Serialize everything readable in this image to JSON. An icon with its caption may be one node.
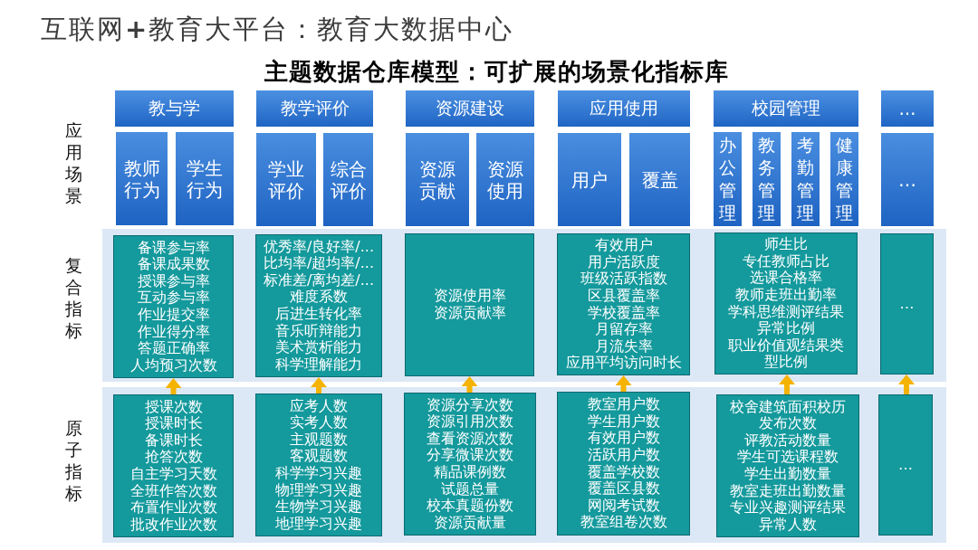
{
  "diagram": {
    "title": "互联网**+**教育大平台：教育大数据中心",
    "nodes": [
      {
        "text": [
          "教与学"
        ]
      },
      {
        "text": [
          "教学评价"
        ]
      },
      {
        "text": [
          "资源建设"
        ]
      },
      {
        "text": [
          "应用使用"
        ]
      },
      {
        "text": [
          "校园管理"
        ]
      },
      {
        "text": [
          "…"
        ]
      },
      {
        "text": [
          "教师行为"
        ]
      },
      {
        "text": [
          "学生行为"
        ]
      },
      {
        "text": [
          "学业评价"
        ]
      },
      {
        "text": [
          "综合评价"
        ]
      },
      {
        "text": [
          "资源贡献"
        ]
      },
      {
        "text": [
          "资源使用"
        ]
      },
      {
        "text": [
          "用户"
        ]
      },
      {
        "text": [
          "覆盖"
        ]
      },
      {
        "text": [
          "办公管理"
        ]
      },
      {
        "text": [
          "教务管理"
        ]
      },
      {
        "text": [
          "考勤管理"
        ]
      },
      {
        "text": [
          "健康管理"
        ]
      },
      {
        "text": [
          "…"
        ]
      },
      {
        "text": [],
        "shape": "band"
      },
      {
        "text": [
          "备课参与率",
          "备课成果数",
          "授课参与率",
          "互动参与率",
          "作业提交率",
          "作业得分率",
          "答题正确率",
          "人均预习次数"
        ],
        "in": 19
      },
      {
        "text": [
          "优秀率/良好率/...",
          "比均率/超均率/...",
          "标准差/离均差/...",
          "难度系数",
          "后进生转化率",
          "音乐听辩能力",
          "美术赏析能力",
          "科学理解能力"
        ],
        "in": 19
      },
      {
        "text": [
          "资源使用率",
          "资源贡献率"
        ],
        "in": 19
      },
      {
        "text": [
          "有效用户",
          "用户活跃度",
          "班级活跃指数",
          "区县覆盖率",
          "学校覆盖率",
          "月留存率",
          "月流失率",
          "应用平均访问时长"
        ],
        "in": 19
      },
      {
        "text": [
          "师生比",
          "专任教师占比",
          "选课合格率",
          "教师走班出勤率",
          "学科思维测评结果",
          "异常比例",
          "职业价值观结果类型比例"
        ],
        "in": 19
      },
      {
        "text": [
          "…"
        ],
        "in": 19
      },
      {
        "text": [],
        "shape": "band"
      },
      {
        "text": [
          "授课次数",
          "授课时长",
          "备课时长",
          "抢答次数",
          "自主学习天数",
          "全班作答次数",
          "布置作业次数",
          "批改作业次数"
        ],
        "in": 26
      },
      {
        "text": [
          "应考人数",
          "实考人数",
          "主观题数",
          "客观题数",
          "科学学习兴趣",
          "物理学习兴趣",
          "生物学习兴趣",
          "地理学习兴趣"
        ],
        "in": 26
      },
      {
        "text": [
          "资源分享次数",
          "资源引用次数",
          "查看资源次数",
          "分享微课次数",
          "精品课例数",
          "试题总量",
          "校本真题份数",
          "资源贡献量"
        ],
        "in": 26
      },
      {
        "text": [
          "教室用户数",
          "学生用户数",
          "有效用户数",
          "活跃用户数",
          "覆盖学校数",
          "覆盖区县数",
          "网阅考试数",
          "教室组卷次数"
        ],
        "in": 26
      },
      {
        "text": [
          "校舍建筑面积校历发布次数",
          "评教活动数量",
          "学生可选课程数",
          "学生出勤数量",
          "教室走班出勤数量",
          "专业兴趣测评结果",
          "异常人数"
        ],
        "in": 26
      },
      {
        "text": [
          "…"
        ],
        "in": 26
      }
    ],
    "edges": [
      {
        "from": 27,
        "to": 20,
        "arrow": "to"
      },
      {
        "from": 28,
        "to": 21,
        "arrow": "to"
      },
      {
        "from": 29,
        "to": 22,
        "arrow": "to"
      },
      {
        "from": 30,
        "to": 23,
        "arrow": "to"
      },
      {
        "from": 31,
        "to": 24,
        "arrow": "to"
      },
      {
        "from": 32,
        "to": 25,
        "arrow": "to"
      }
    ],
    "labels": [
      "主题数据仓库模型：可扩展的场景化指标库",
      "应用场景",
      "复合指标",
      "原子指标"
    ]
  }
}
